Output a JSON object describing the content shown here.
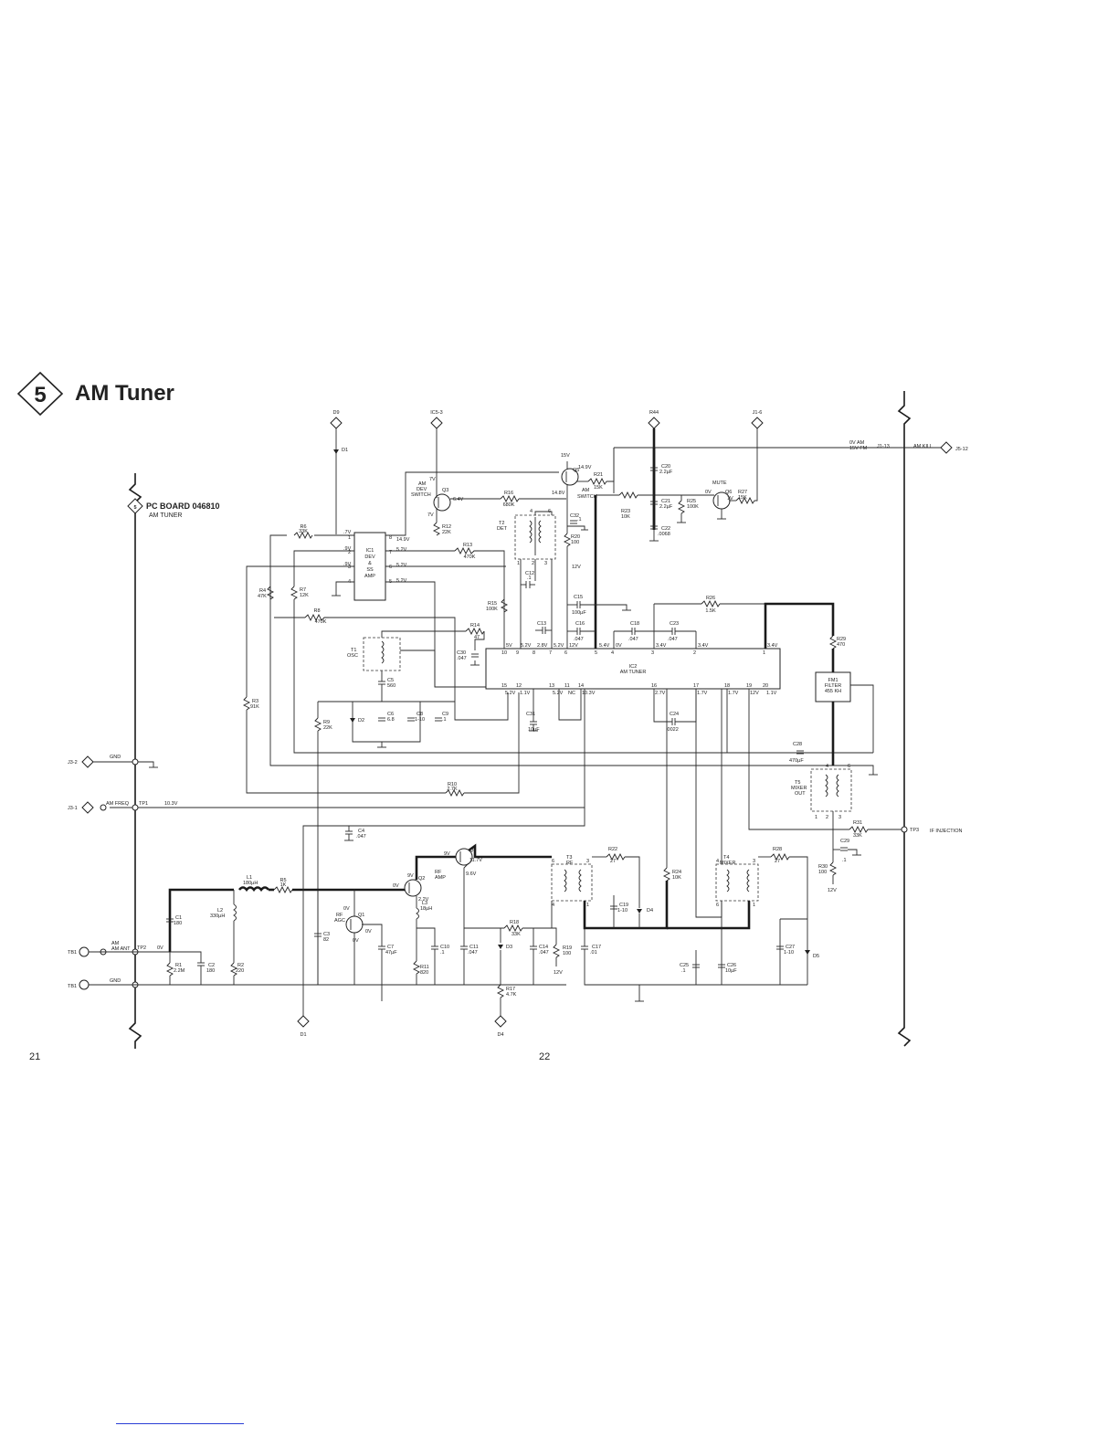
{
  "section": {
    "number": "5",
    "title": "AM Tuner"
  },
  "board": {
    "label": "PC BOARD 046810",
    "sub": "AM TUNER"
  },
  "page_numbers": {
    "left": "21",
    "right": "22"
  },
  "connectors_top": [
    {
      "id": "D9"
    },
    {
      "id": "IC5-3"
    },
    {
      "id": "R44"
    },
    {
      "id": "J1-6"
    }
  ],
  "connectors_left": [
    {
      "id": "J3-2",
      "label": "GND"
    },
    {
      "id": "J3-1",
      "label": "AM FREQ",
      "tp": "TP1",
      "voltage": "10.3V"
    },
    {
      "id": "TB1",
      "label": "AM ANT",
      "tp": "TP2",
      "voltage": "0V"
    },
    {
      "id": "TB1",
      "label": "GND"
    }
  ],
  "connectors_bottom": [
    {
      "id": "D1"
    },
    {
      "id": "D4"
    }
  ],
  "right_side": {
    "kill_voltage_am": "0V  AM",
    "kill_voltage_fm": "15V  FM",
    "kill_ref": "J1-13",
    "kill_label": "AM KILL",
    "kill_dest": "J5-12",
    "tp3_label": "TP3",
    "tp3_text": "IF INJECTION"
  },
  "ics": {
    "ic1": {
      "name": "IC1",
      "desc": [
        "DEV",
        "&",
        "SS",
        "AMP"
      ],
      "pins_left": [
        "1",
        "2",
        "3",
        "4"
      ],
      "pins_right": [
        "8",
        "7",
        "6",
        "5"
      ],
      "volts_left": [
        ".7V",
        ".9V",
        ".9V"
      ],
      "volts_right": [
        "14.9V",
        "5.2V",
        "5.2V",
        "5.2V"
      ]
    },
    "ic2": {
      "name": "IC2",
      "desc": "AM TUNER",
      "top_pins": [
        "10",
        "9",
        "8",
        "7",
        "6",
        "5",
        "4",
        "3",
        "2",
        "1"
      ],
      "top_volts": [
        "5V",
        "5.2V",
        "2.8V",
        "5.2V",
        "12V",
        "5.4V",
        "0V",
        "3.4V",
        "3.4V",
        "3.4V"
      ],
      "bottom_pins": [
        "15",
        "12",
        "13",
        "11",
        "14",
        "16",
        "17",
        "18",
        "19",
        "20"
      ],
      "bottom_volts": [
        "5.2V",
        "1.1V",
        "5.2V",
        "NC",
        "10.3V",
        "2.7V",
        "1.7V",
        "1.7V",
        "12V",
        "1.1V"
      ]
    }
  },
  "transistors": {
    "q3": {
      "ref": "Q3",
      "desc": [
        "AM",
        "DEV",
        "SWITCH"
      ],
      "v_top": "7V",
      "v_bottom": "7V",
      "v_side": "6.4V"
    },
    "q5": {
      "ref": "Q5",
      "desc": [
        "AM",
        "SWITCH"
      ],
      "v_base": "15V",
      "v_a": "14.9V",
      "v_b": "14.8V"
    },
    "q6": {
      "ref": "Q6",
      "desc": "MUTE",
      "v_a": "0V",
      "v_b": "1V"
    },
    "q2": {
      "ref": "Q2",
      "desc": [
        "RF",
        "AMP"
      ],
      "v_gate": "0V",
      "v_drain": "9V",
      "v_source": "2.2V"
    },
    "q4": {
      "ref": "Q4",
      "v_base": "9V",
      "v_c": "11.7V",
      "v_e": "9.6V"
    },
    "q1": {
      "ref": "Q1",
      "desc": [
        "RF",
        "AGC"
      ],
      "v_a": "0V",
      "v_b": "0V",
      "v_c": "0V"
    }
  },
  "transformers": {
    "t1": {
      "ref": "T1",
      "desc": "OSC"
    },
    "t2": {
      "ref": "T2",
      "desc": "DET"
    },
    "t3": {
      "ref": "T3",
      "desc": "RF"
    },
    "t4": {
      "ref": "T4",
      "desc": "MIXER"
    },
    "t5": {
      "ref": "T5",
      "desc": [
        "MIXER",
        "OUT"
      ]
    },
    "fm1": {
      "ref": "FM1",
      "desc": [
        "FILTER",
        "455 KH"
      ]
    }
  },
  "resistors": [
    {
      "ref": "R6",
      "val": "33K"
    },
    {
      "ref": "R4",
      "val": "47K"
    },
    {
      "ref": "R7",
      "val": "12K"
    },
    {
      "ref": "R8",
      "val": "470K"
    },
    {
      "ref": "R3",
      "val": "91K"
    },
    {
      "ref": "R9",
      "val": "22K"
    },
    {
      "ref": "R10",
      "val": "2.7K"
    },
    {
      "ref": "R12",
      "val": "22K"
    },
    {
      "ref": "R13",
      "val": "470K"
    },
    {
      "ref": "R14",
      "val": "47"
    },
    {
      "ref": "R15",
      "val": "100K"
    },
    {
      "ref": "R16",
      "val": "680K"
    },
    {
      "ref": "R20",
      "val": "100"
    },
    {
      "ref": "R21",
      "val": "15K"
    },
    {
      "ref": "R23",
      "val": "10K"
    },
    {
      "ref": "R25",
      "val": "100K"
    },
    {
      "ref": "R27",
      "val": "15K"
    },
    {
      "ref": "R26",
      "val": "1.5K"
    },
    {
      "ref": "R29",
      "val": "470"
    },
    {
      "ref": "R31",
      "val": "33K"
    },
    {
      "ref": "R30",
      "val": "100"
    },
    {
      "ref": "R28",
      "val": "27"
    },
    {
      "ref": "R22",
      "val": "27"
    },
    {
      "ref": "R24",
      "val": "10K"
    },
    {
      "ref": "R18",
      "val": "33K"
    },
    {
      "ref": "R19",
      "val": "100"
    },
    {
      "ref": "R17",
      "val": "4.7K"
    },
    {
      "ref": "R11",
      "val": "820"
    },
    {
      "ref": "R5",
      "val": "1K"
    },
    {
      "ref": "R1",
      "val": "2.2M"
    },
    {
      "ref": "R2",
      "val": "220"
    }
  ],
  "capacitors": [
    {
      "ref": "C5",
      "val": "560"
    },
    {
      "ref": "C6",
      "val": "6.8"
    },
    {
      "ref": "C8",
      "val": "1-10"
    },
    {
      "ref": "C9",
      "val": ".1"
    },
    {
      "ref": "C30",
      "val": ".047"
    },
    {
      "ref": "C12",
      "val": ".1"
    },
    {
      "ref": "C13",
      "val": ""
    },
    {
      "ref": "C32",
      "val": ".1"
    },
    {
      "ref": "C15",
      "val": "100µF"
    },
    {
      "ref": "C16",
      "val": ".047"
    },
    {
      "ref": "C18",
      "val": ".047"
    },
    {
      "ref": "C23",
      "val": ".047"
    },
    {
      "ref": "C20",
      "val": "2.2µF"
    },
    {
      "ref": "C21",
      "val": "2.2µF"
    },
    {
      "ref": "C22",
      "val": ".0068"
    },
    {
      "ref": "C31",
      "val": "10µF"
    },
    {
      "ref": "C24",
      "val": ".0022"
    },
    {
      "ref": "C28",
      "val": "470µF"
    },
    {
      "ref": "C29",
      "val": ".1"
    },
    {
      "ref": "C4",
      "val": ".047"
    },
    {
      "ref": "C1",
      "val": "180"
    },
    {
      "ref": "C2",
      "val": "180"
    },
    {
      "ref": "C3",
      "val": "82"
    },
    {
      "ref": "C7",
      "val": "47µF"
    },
    {
      "ref": "C10",
      "val": ".1"
    },
    {
      "ref": "C11",
      "val": ".047"
    },
    {
      "ref": "C14",
      "val": ".047"
    },
    {
      "ref": "C17",
      "val": ".01"
    },
    {
      "ref": "C19",
      "val": "1-10"
    },
    {
      "ref": "C25",
      "val": ".1"
    },
    {
      "ref": "C26",
      "val": "10µF"
    },
    {
      "ref": "C27",
      "val": "1-10"
    }
  ],
  "inductors": [
    {
      "ref": "L1",
      "val": "180µH"
    },
    {
      "ref": "L2",
      "val": "330µH"
    },
    {
      "ref": "L3",
      "val": "18µH"
    }
  ],
  "diodes": [
    {
      "ref": "D1"
    },
    {
      "ref": "D2"
    },
    {
      "ref": "D3"
    },
    {
      "ref": "D4"
    },
    {
      "ref": "D5"
    }
  ],
  "misc_voltages": {
    "rail_12v": "12V"
  }
}
